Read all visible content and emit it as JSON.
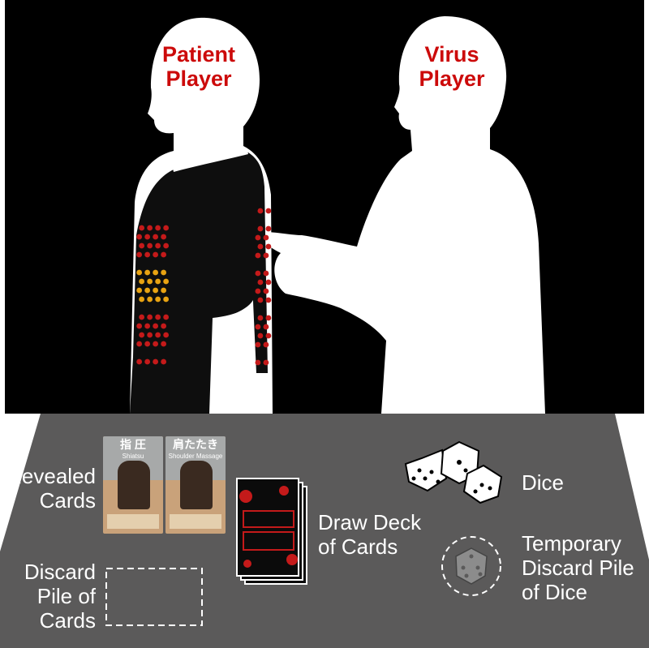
{
  "players": {
    "patient": "Patient Player",
    "virus": "Virus Player"
  },
  "labels": {
    "revealed_cards": "Revealed Cards",
    "draw_deck": "Draw Deck of Cards",
    "discard_pile": "Discard Pile of Cards",
    "dice": "Dice",
    "temp_discard_dice": "Temporary Discard Pile of Dice"
  },
  "cards": [
    {
      "title": "指 圧",
      "subtitle": "Shiatsu"
    },
    {
      "title": "肩たたき",
      "subtitle": "Shoulder Massage"
    }
  ],
  "colors": {
    "background": "#000000",
    "silhouette": "#ffffff",
    "table": "#5b5a5a",
    "head_text": "#cc0a0a",
    "rash": "#c41a1a",
    "rash_yellow": "#e8a312"
  }
}
